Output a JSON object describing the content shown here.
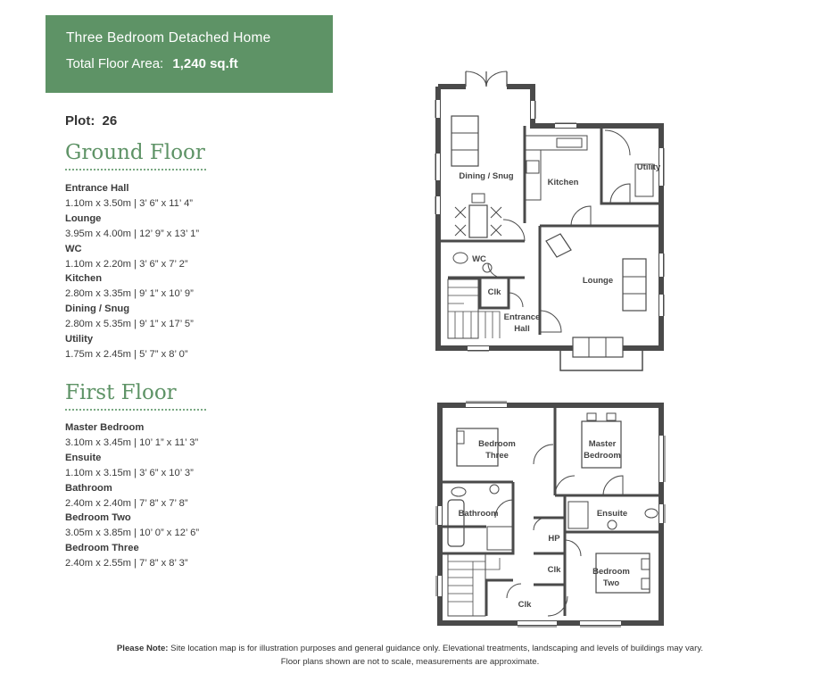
{
  "header": {
    "title": "Three  Bedroom Detached Home",
    "area_label": "Total Floor Area:",
    "area_value": "1,240 sq.ft"
  },
  "plot": {
    "label": "Plot:",
    "value": "26"
  },
  "ground_floor": {
    "heading": "Ground Floor",
    "rooms": [
      {
        "name": "Entrance Hall",
        "dims": "1.10m x 3.50m | 3’ 6” x 11’ 4”"
      },
      {
        "name": "Lounge",
        "dims": "3.95m x 4.00m | 12’ 9” x 13’ 1”"
      },
      {
        "name": "WC",
        "dims": "1.10m x 2.20m | 3’ 6” x 7’ 2”"
      },
      {
        "name": "Kitchen",
        "dims": "2.80m x 3.35m | 9’ 1” x 10’ 9”"
      },
      {
        "name": "Dining / Snug",
        "dims": "2.80m x 5.35m | 9’ 1” x 17’ 5”"
      },
      {
        "name": "Utility",
        "dims": "1.75m x 2.45m | 5’ 7” x 8’ 0”"
      }
    ]
  },
  "first_floor": {
    "heading": "First Floor",
    "rooms": [
      {
        "name": "Master Bedroom",
        "dims": "3.10m x 3.45m | 10’ 1” x 11’ 3”"
      },
      {
        "name": "Ensuite",
        "dims": "1.10m x 3.15m | 3’ 6” x 10’ 3”"
      },
      {
        "name": "Bathroom",
        "dims": "2.40m x 2.40m | 7’ 8” x 7’ 8”"
      },
      {
        "name": "Bedroom Two",
        "dims": "3.05m x 3.85m | 10’ 0” x 12’ 6”"
      },
      {
        "name": "Bedroom Three",
        "dims": "2.40m x 2.55m | 7’ 8” x 8’ 3”"
      }
    ]
  },
  "plan_labels": {
    "dining": "Dining / Snug",
    "kitchen": "Kitchen",
    "utility": "Utility",
    "wc": "WC",
    "lounge": "Lounge",
    "clk": "Clk",
    "entrance_1": "Entrance",
    "entrance_2": "Hall",
    "bedroom3_1": "Bedroom",
    "bedroom3_2": "Three",
    "master_1": "Master",
    "master_2": "Bedroom",
    "bathroom": "Bathroom",
    "ensuite": "Ensuite",
    "hp": "HP",
    "clk_upper": "Clk",
    "bedroom2_1": "Bedroom",
    "bedroom2_2": "Two",
    "clk_landing": "Clk"
  },
  "note": {
    "bold": "Please Note:",
    "line1": " Site location map is for illustration purposes and general guidance only.  Elevational treatments, landscaping and levels of buildings may vary.",
    "line2": "Floor plans shown are not to scale, measurements are approximate."
  },
  "colors": {
    "brand_green": "#5e9366",
    "wall": "#4a4a4a"
  }
}
